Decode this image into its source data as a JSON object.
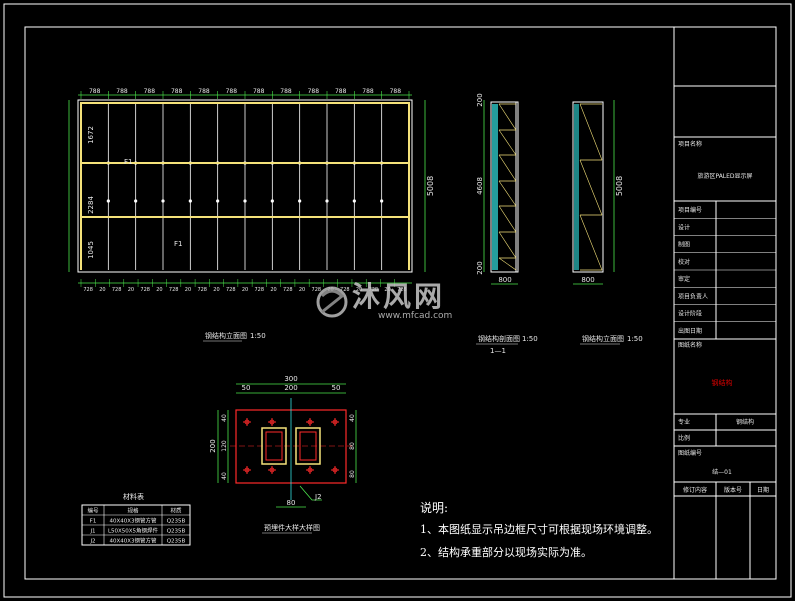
{
  "colors": {
    "frame": "#ffffff",
    "beam": "#f5e27a",
    "dim": "#4ce64c",
    "red": "#ff2a2a",
    "cyan": "#33e0e0",
    "label": "#e8e8e8",
    "accent": "#d90000"
  },
  "front_view": {
    "top_dims": [
      "788",
      "788",
      "788",
      "788",
      "788",
      "788",
      "788",
      "788",
      "788",
      "788",
      "788",
      "788"
    ],
    "bottom_dims": [
      "728",
      "20",
      "728",
      "20",
      "728",
      "20",
      "728",
      "20",
      "728",
      "20",
      "728",
      "20",
      "728",
      "20",
      "728",
      "20",
      "728",
      "20",
      "728",
      "20",
      "728",
      "20",
      "728"
    ],
    "left_dims": [
      "1672",
      "2284",
      "1045"
    ],
    "right_dim": "5008",
    "labels": [
      "F1",
      "F1"
    ],
    "title": "钢结构立面图",
    "scale": "1:50"
  },
  "section_1": {
    "dims": [
      "200",
      "4608",
      "200"
    ],
    "bottom_dim": "800",
    "title": "钢结构剖面图",
    "subtitle": "1—1",
    "scale": "1:50"
  },
  "section_2": {
    "right_dim": "5008",
    "bottom_dim": "800",
    "title": "钢结构立面图",
    "scale": "1:50"
  },
  "detail": {
    "top_total": "300",
    "top_dims": [
      "50",
      "200",
      "50"
    ],
    "left_total": "200",
    "left_dims": [
      "40",
      "120",
      "40"
    ],
    "right_dims": [
      "40",
      "80",
      "80"
    ],
    "bottom_dim": "80",
    "tag": "J2",
    "title": "预埋件大样大样图"
  },
  "materials": {
    "title": "材料表",
    "headers": [
      "编号",
      "规格",
      "材质"
    ],
    "rows": [
      [
        "F1",
        "40X40X3钢管方管",
        "Q235B"
      ],
      [
        "J1",
        "L50X50X5角钢焊件",
        "Q235B"
      ],
      [
        "J2",
        "40X40X3钢管方管",
        "Q235B"
      ]
    ]
  },
  "notes": {
    "heading": "说明:",
    "items": [
      "1、本图纸显示吊边框尺寸可根据现场环境调整。",
      "2、结构承重部分以现场实际为准。"
    ]
  },
  "title_block": {
    "project_name_label": "项目名称",
    "project_name": "旅游区PALED显示屏",
    "rows": [
      "项目编号",
      "设计",
      "制图",
      "校对",
      "审定",
      "项目负责人",
      "设计阶段",
      "出图日期"
    ],
    "drawing_name_label": "图纸名称",
    "drawing_name": "钢结构",
    "scale_label": "专业",
    "scale_value": "钢结构",
    "ratio_label": "比例",
    "drawing_no_label": "图纸编号",
    "drawing_no": "结—01",
    "revision_headers": [
      "修订内容",
      "版本号",
      "日期"
    ]
  },
  "watermark": {
    "brand": "沐风网",
    "url": "www.mfcad.com"
  }
}
